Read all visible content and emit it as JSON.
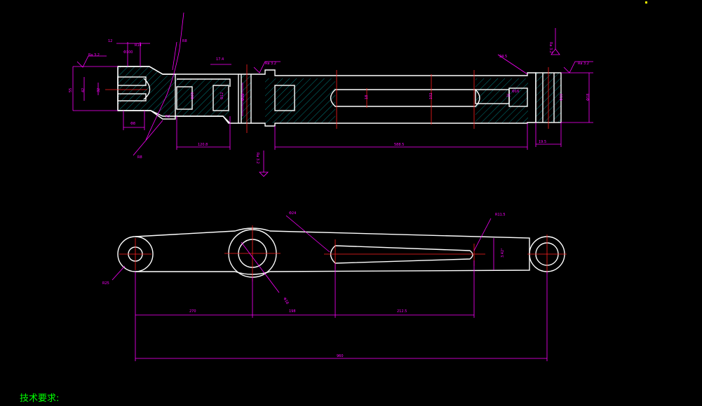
{
  "drawing": {
    "colors": {
      "background": "#000000",
      "outline": "#ffffff",
      "dimension": "#ff00ff",
      "centerline": "#ff2020",
      "hatch": "#00b0b0",
      "note": "#00ff00"
    },
    "technical_requirements": "技术要求:",
    "section_view": {
      "roughness": [
        "Ra 3.2",
        "Ra 3.2",
        "Ra 3.2",
        "Ra 3.2",
        "Ra 3.2"
      ],
      "dims": [
        "12",
        "R8",
        "R8",
        "Φ8",
        "55",
        "42",
        "32",
        "Φ20",
        "17.4",
        "Φ12",
        "Φ18",
        "18",
        "102",
        "120.8",
        "21",
        "Φ18",
        "Φ15",
        "Φ16",
        "588.5",
        "19.5",
        "24.5",
        "Φ100",
        "R14",
        "R2"
      ]
    },
    "plan_view": {
      "dims": [
        "R25",
        "Φ18",
        "Φ24",
        "R11.5",
        "270",
        "198",
        "212.5",
        "960",
        "3.42°"
      ]
    }
  }
}
